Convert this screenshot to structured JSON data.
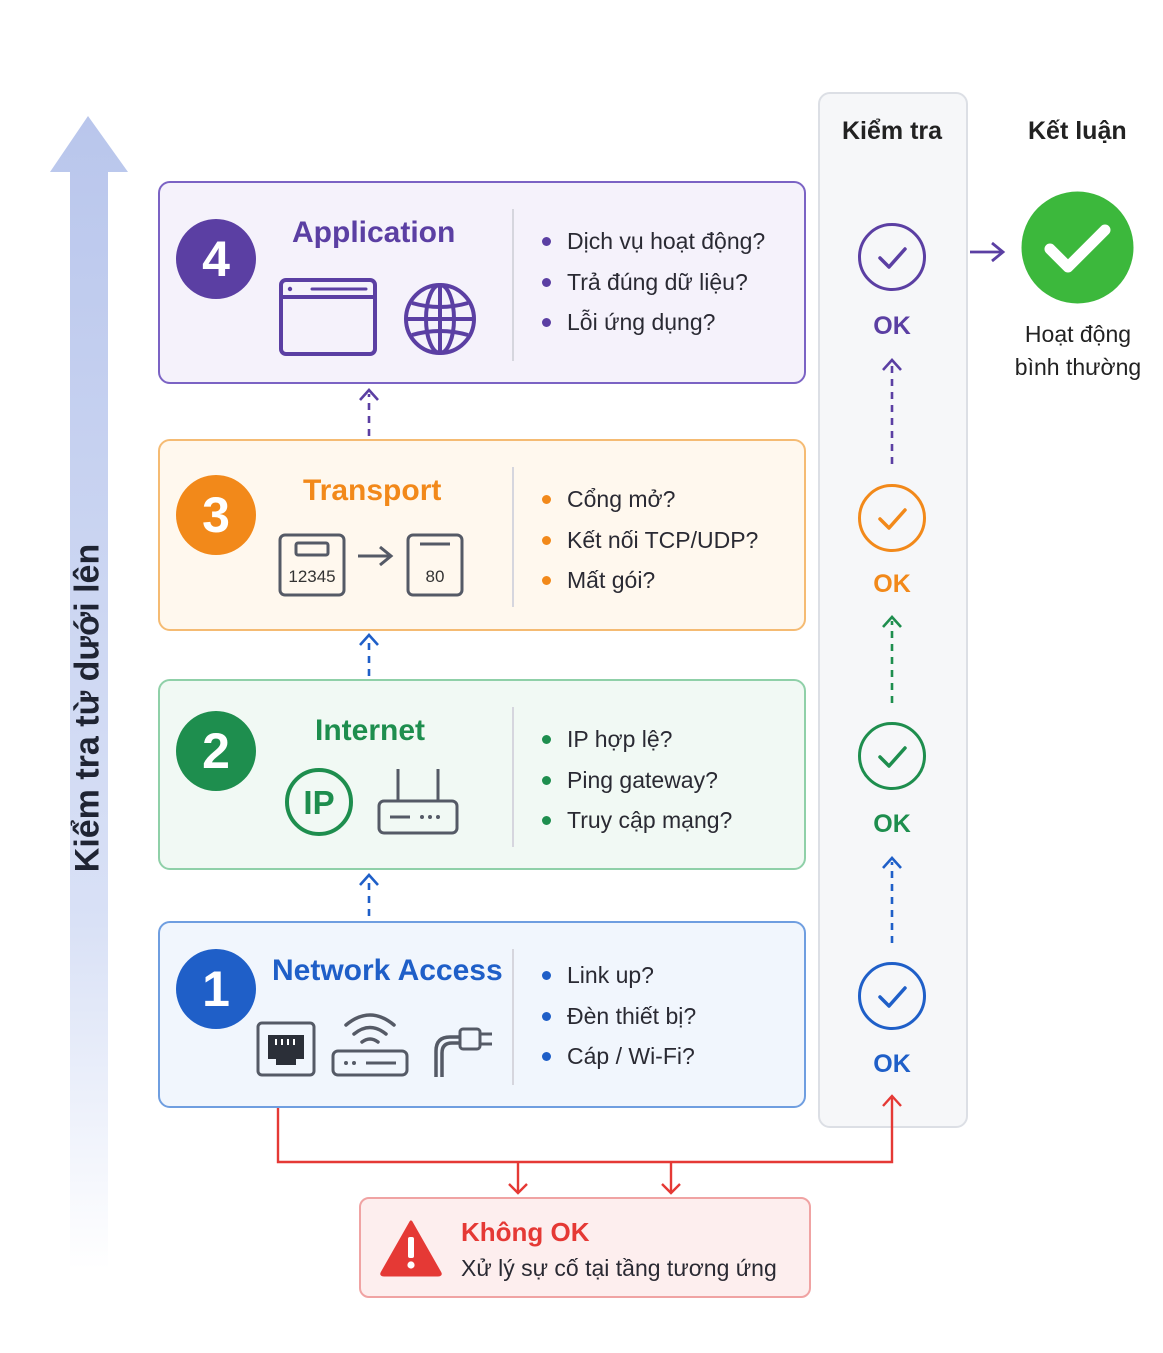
{
  "side_label": "Kiểm tra từ dưới lên",
  "headers": {
    "check": "Kiểm tra",
    "conclusion": "Kết luận"
  },
  "layers": [
    {
      "number": "4",
      "title": "Application",
      "color": "#5b3fa3",
      "bg": "#f5f2fb",
      "border": "#7b63c4",
      "checks": [
        "Dịch vụ hoạt động?",
        "Trả đúng dữ liệu?",
        "Lỗi ứng dụng?"
      ],
      "icons": [
        "browser-window-icon",
        "globe-icon"
      ]
    },
    {
      "number": "3",
      "title": "Transport",
      "color": "#f2891a",
      "bg": "#fff8ee",
      "border": "#f5bb73",
      "checks": [
        "Cổng mở?",
        "Kết nối TCP/UDP?",
        "Mất gói?"
      ],
      "icons": [
        "source-port-icon",
        "arrow-right-icon",
        "destination-port-icon"
      ],
      "port_from": "12345",
      "port_to": "80"
    },
    {
      "number": "2",
      "title": "Internet",
      "color": "#1e8e4e",
      "bg": "#f1f9f4",
      "border": "#8fd0a8",
      "checks": [
        "IP hợp lệ?",
        "Ping gateway?",
        "Truy cập mạng?"
      ],
      "icons": [
        "ip-icon",
        "router-icon"
      ],
      "ip_label": "IP"
    },
    {
      "number": "1",
      "title": "Network Access",
      "color": "#1f5fc8",
      "bg": "#f1f6fd",
      "border": "#6f9ee0",
      "checks": [
        "Link up?",
        "Đèn thiết bị?",
        "Cáp / Wi-Fi?"
      ],
      "icons": [
        "ethernet-port-icon",
        "wifi-router-icon",
        "cable-plug-icon"
      ]
    }
  ],
  "ok_label": "OK",
  "ok_colors": [
    "#5b3fa3",
    "#f2891a",
    "#1e8e4e",
    "#1f5fc8"
  ],
  "conclusion": {
    "line1": "Hoạt động",
    "line2": "bình thường",
    "color": "#3cb83c"
  },
  "failure": {
    "title": "Không OK",
    "description": "Xử lý sự cố tại tầng tương ứng",
    "color": "#e53935"
  }
}
